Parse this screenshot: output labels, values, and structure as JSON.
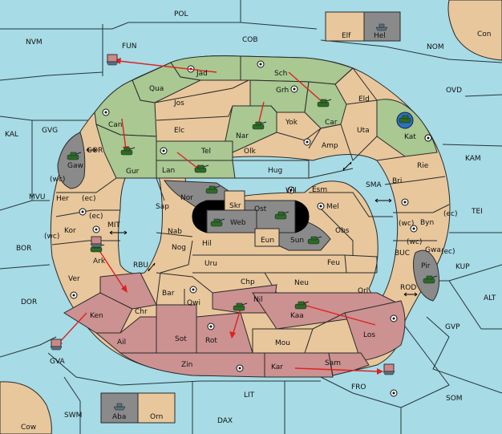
{
  "board": {
    "name_labels": {
      "pol": "POL",
      "cob": "COB",
      "fun": "FUN",
      "nvm": "NVM",
      "nom": "NOM",
      "con": "Con",
      "elf": "Elf",
      "hel": "Hel",
      "ovd": "OVD",
      "kal": "KAL",
      "gvg": "GVG",
      "kam": "KAM",
      "tei": "TEI",
      "mvu": "MVU",
      "bor": "BOR",
      "dor": "DOR",
      "alt": "ALT",
      "kup": "KUP",
      "gvp": "GVP",
      "gva": "GVA",
      "fro": "FRO",
      "som": "SOM",
      "lit": "LIT",
      "dax": "DAX",
      "cow": "Cow",
      "swm": "SWM",
      "aba": "Aba",
      "orn": "Orn",
      "mit": "MIT",
      "rbu": "RBU",
      "gor": "GOR",
      "sma": "SMA",
      "buc": "BUC",
      "rod": "ROD",
      "jad": "Jad",
      "sch": "Sch",
      "qua": "Qua",
      "jos": "Jos",
      "grh": "Grh",
      "eld": "Eld",
      "can": "Can",
      "car": "Car",
      "yok": "Yok",
      "nar": "Nar",
      "elc": "Elc",
      "uta": "Uta",
      "kat": "Kat",
      "amp": "Amp",
      "olk": "Olk",
      "tel": "Tel",
      "gur": "Gur",
      "lan": "Lan",
      "hug": "Hug",
      "gaw": "Gaw",
      "rie": "Rie",
      "bri": "Bri",
      "wil": "Wil",
      "esm": "Esm",
      "nor": "Nor",
      "skr": "Skr",
      "ost": "Ost",
      "sap": "Sap",
      "web": "Web",
      "mel": "Mel",
      "her": "Her",
      "ec1": "(ec)",
      "wc1": "(wc)",
      "byn": "Byn",
      "ec2": "(ec)",
      "wc2": "(wc)",
      "kor": "Kor",
      "ec3": "(ec)",
      "nab": "Nab",
      "eun": "Eun",
      "sun": "Sun",
      "obs": "Obs",
      "wc3": "(wc)",
      "gwa": "Gwa",
      "ec4": "(ec)",
      "wc4": "(wc)",
      "hil": "Hil",
      "nog": "Nog",
      "ark": "Ark",
      "uru": "Uru",
      "feu": "Feu",
      "pir": "Pir",
      "chp": "Chp",
      "neu": "Neu",
      "ver": "Ver",
      "bar": "Bar",
      "qwi": "Qwi",
      "orl": "Orl",
      "nil": "Nil",
      "kaa": "Kaa",
      "chr": "Chr",
      "ken": "Ken",
      "ail": "Ail",
      "sot": "Sot",
      "rot": "Rot",
      "mou": "Mou",
      "los": "Los",
      "zin": "Zin",
      "kar": "Kar",
      "sam": "Sam"
    }
  },
  "colors": {
    "sea": "#a7dbe6",
    "neutral": "#e8c79c",
    "green_power": "#a9c892",
    "red_power": "#cc9191",
    "impassable": "#8a8a8a",
    "order_arrow": "#dd2222"
  },
  "icons": {
    "army": "tank-icon",
    "fleet": "fleet-icon",
    "supply_center": "supply-center-icon"
  }
}
